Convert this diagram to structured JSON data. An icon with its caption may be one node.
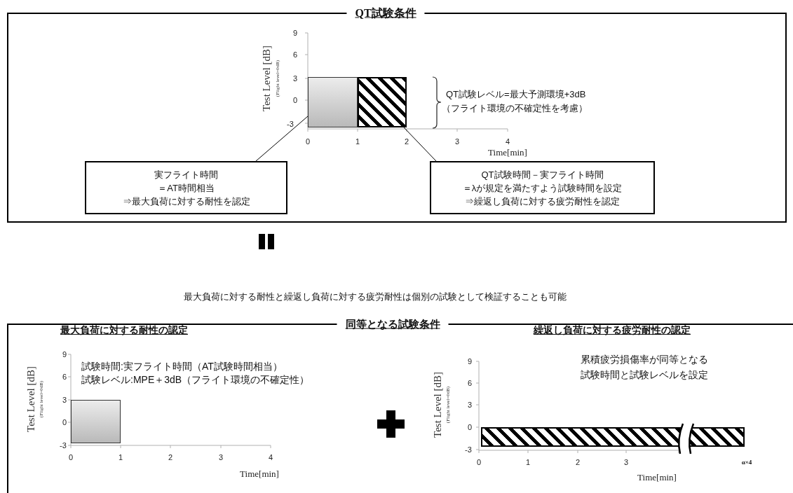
{
  "diagram": {
    "nodes": [
      {
        "text": [
          "QT試験条件"
        ]
      },
      {
        "text": [],
        "shape": "bar",
        "in": 0
      },
      {
        "text": [],
        "shape": "bar",
        "in": 0
      },
      {
        "text": [
          "実フライト時間",
          "＝AT時間相当",
          "⇒最大負荷に対する耐性を認定"
        ],
        "in": 0
      },
      {
        "text": [
          "QT試験時間－実フライト時間",
          "＝λが規定を満たすよう試験時間を設定",
          "⇒繰返し負荷に対する疲労耐性を認定"
        ],
        "in": 0
      },
      {
        "text": [
          "同等となる試験条件"
        ]
      },
      {
        "text": [],
        "shape": "bar",
        "in": 5
      },
      {
        "text": [],
        "shape": "bar",
        "in": 5
      }
    ],
    "edges": [
      {
        "from": 3,
        "to": 1,
        "arrow": "none"
      },
      {
        "from": 4,
        "to": 2,
        "arrow": "none"
      }
    ],
    "labels": [
      "9",
      "6",
      "3",
      "0",
      "-3",
      "Test Level [dB]",
      "(Flight level=0dB)",
      "0",
      "1",
      "2",
      "3",
      "4",
      "Time[min]",
      "QT試験レベル=最大予測環境+3dB",
      "（フライト環境の不確定性を考慮）",
      "最大負荷に対する耐性と繰返し負荷に対する疲労耐性は個別の試験として検証することも可能",
      "最大負荷に対する耐性の認定",
      "試験時間:実フライト時間（AT試験時間相当）",
      "試験レベル:MPE＋3dB（フライト環境の不確定性）",
      "9",
      "6",
      "3",
      "0",
      "-3",
      "Test Level [dB]",
      "(Flight level=0dB)",
      "0",
      "1",
      "2",
      "3",
      "4",
      "Time[min]",
      "繰返し負荷に対する疲労耐性の認定",
      "累積疲労損傷率が同等となる",
      "試験時間と試験レベルを設定",
      "9",
      "6",
      "3",
      "0",
      "-3",
      "Test Level [dB]",
      "(Flight level=0dB)",
      "0",
      "1",
      "2",
      "3",
      "α×4",
      "Time[min]"
    ]
  }
}
